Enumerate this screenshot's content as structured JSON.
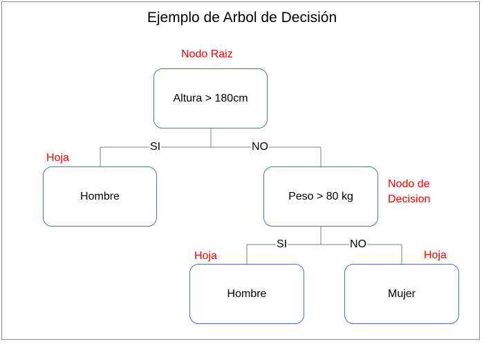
{
  "diagram": {
    "title": "Ejemplo de Arbol de Decisión",
    "nodes": {
      "root": "Altura > 180cm",
      "left_leaf": "Hombre",
      "decision": "Peso > 80 kg",
      "bottom_left_leaf": "Hombre",
      "bottom_right_leaf": "Mujer"
    },
    "annotations": {
      "root": "Nodo Raiz",
      "decision_line1": "Nodo de",
      "decision_line2": "Decision",
      "leaf_left": "Hoja",
      "leaf_bottom_left": "Hoja",
      "leaf_bottom_right": "Hoja"
    },
    "edges": {
      "root_yes": "SI",
      "root_no": "NO",
      "decision_yes": "SI",
      "decision_no": "NO"
    },
    "colors": {
      "node_border": "#4472c4",
      "annotation": "#ff0000",
      "connector": "#7f7f7f"
    }
  }
}
